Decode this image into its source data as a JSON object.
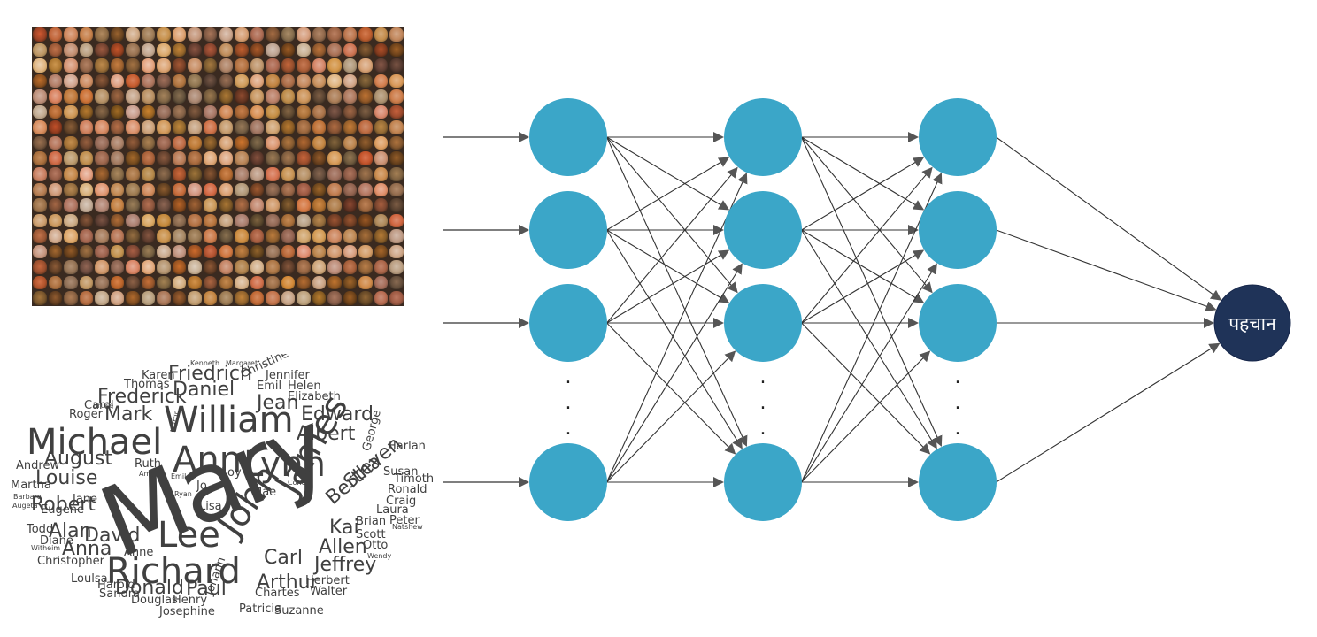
{
  "colors": {
    "hidden_node": "#3ba6c8",
    "output_node": "#1f3358",
    "edge": "#333333",
    "arrow": "#555555",
    "word": "#404040",
    "white": "#ffffff"
  },
  "network": {
    "input_rows": 4,
    "hidden_layers": 3,
    "output_label": "पहचान",
    "ellipsis_dot": "."
  },
  "word_cloud": {
    "words": [
      {
        "text": "Mary",
        "size": "xl"
      },
      {
        "text": "William",
        "size": "l"
      },
      {
        "text": "Michael",
        "size": "l"
      },
      {
        "text": "Ann",
        "size": "l"
      },
      {
        "text": "Lynn",
        "size": "l"
      },
      {
        "text": "Lee",
        "size": "l"
      },
      {
        "text": "John",
        "size": "l"
      },
      {
        "text": "James",
        "size": "l"
      },
      {
        "text": "Richard",
        "size": "l"
      },
      {
        "text": "Daniel",
        "size": "m"
      },
      {
        "text": "Albert",
        "size": "m"
      },
      {
        "text": "Louise",
        "size": "m"
      },
      {
        "text": "Robert",
        "size": "m"
      },
      {
        "text": "David",
        "size": "m"
      },
      {
        "text": "Mark",
        "size": "m"
      },
      {
        "text": "Edward",
        "size": "m"
      },
      {
        "text": "Jean",
        "size": "m"
      },
      {
        "text": "Frederick",
        "size": "m"
      },
      {
        "text": "Friedrich",
        "size": "m"
      },
      {
        "text": "August",
        "size": "m"
      },
      {
        "text": "Anna",
        "size": "m"
      },
      {
        "text": "Alan",
        "size": "m"
      },
      {
        "text": "Donald",
        "size": "m"
      },
      {
        "text": "Paul",
        "size": "m"
      },
      {
        "text": "Carl",
        "size": "m"
      },
      {
        "text": "Jeffrey",
        "size": "m"
      },
      {
        "text": "Arthur",
        "size": "m"
      },
      {
        "text": "Bertha",
        "size": "m"
      },
      {
        "text": "Steven",
        "size": "m"
      },
      {
        "text": "Kai",
        "size": "m"
      },
      {
        "text": "Allen",
        "size": "m"
      },
      {
        "text": "Emil",
        "size": "s"
      },
      {
        "text": "Elizabeth",
        "size": "s"
      },
      {
        "text": "Thomas",
        "size": "s"
      },
      {
        "text": "Roger",
        "size": "s"
      },
      {
        "text": "Carol",
        "size": "s"
      },
      {
        "text": "Helen",
        "size": "s"
      },
      {
        "text": "George",
        "size": "s"
      },
      {
        "text": "Christopher",
        "size": "s"
      },
      {
        "text": "Harold",
        "size": "s"
      },
      {
        "text": "Henry",
        "size": "s"
      },
      {
        "text": "Douglas",
        "size": "s"
      },
      {
        "text": "Sandra",
        "size": "s"
      },
      {
        "text": "Josephine",
        "size": "s"
      },
      {
        "text": "Patricia",
        "size": "s"
      },
      {
        "text": "Suzanne",
        "size": "s"
      },
      {
        "text": "Chartes",
        "size": "s"
      },
      {
        "text": "Walter",
        "size": "s"
      },
      {
        "text": "Herbert",
        "size": "s"
      },
      {
        "text": "Otto",
        "size": "s"
      },
      {
        "text": "Scott",
        "size": "s"
      },
      {
        "text": "Brian",
        "size": "s"
      },
      {
        "text": "Laura",
        "size": "s"
      },
      {
        "text": "Craig",
        "size": "s"
      },
      {
        "text": "Ronald",
        "size": "s"
      },
      {
        "text": "Timothy",
        "size": "s"
      },
      {
        "text": "Susan",
        "size": "s"
      },
      {
        "text": "Harlan",
        "size": "s"
      },
      {
        "text": "Peter",
        "size": "s"
      },
      {
        "text": "Natshew",
        "size": "xs"
      },
      {
        "text": "Wendy",
        "size": "xs"
      },
      {
        "text": "Jane",
        "size": "s"
      },
      {
        "text": "Eugene",
        "size": "s"
      },
      {
        "text": "Todd",
        "size": "s"
      },
      {
        "text": "Diane",
        "size": "s"
      },
      {
        "text": "Martha",
        "size": "s"
      },
      {
        "text": "Andrew",
        "size": "s"
      },
      {
        "text": "Barbare",
        "size": "xs"
      },
      {
        "text": "Augeta",
        "size": "xs"
      },
      {
        "text": "Witheim",
        "size": "xs"
      },
      {
        "text": "Loulsa",
        "size": "s"
      },
      {
        "text": "Ruth",
        "size": "s"
      },
      {
        "text": "Mae",
        "size": "s"
      },
      {
        "text": "Jo",
        "size": "s"
      },
      {
        "text": "Lisa",
        "size": "s"
      },
      {
        "text": "Ryan",
        "size": "xs"
      },
      {
        "text": "Amy",
        "size": "xs"
      },
      {
        "text": "Anne",
        "size": "s"
      },
      {
        "text": "Emil",
        "size": "xs"
      },
      {
        "text": "Karen",
        "size": "s"
      },
      {
        "text": "Kenneth",
        "size": "xs"
      },
      {
        "text": "Margaret",
        "size": "xs"
      },
      {
        "text": "Jennifer",
        "size": "s"
      },
      {
        "text": "Christine",
        "size": "s"
      },
      {
        "text": "Johann",
        "size": "s"
      },
      {
        "text": "Cone",
        "size": "xs"
      },
      {
        "text": "Loy",
        "size": "s"
      },
      {
        "text": "Martin",
        "size": "xs"
      },
      {
        "text": "Bruce",
        "size": "xs"
      }
    ]
  }
}
